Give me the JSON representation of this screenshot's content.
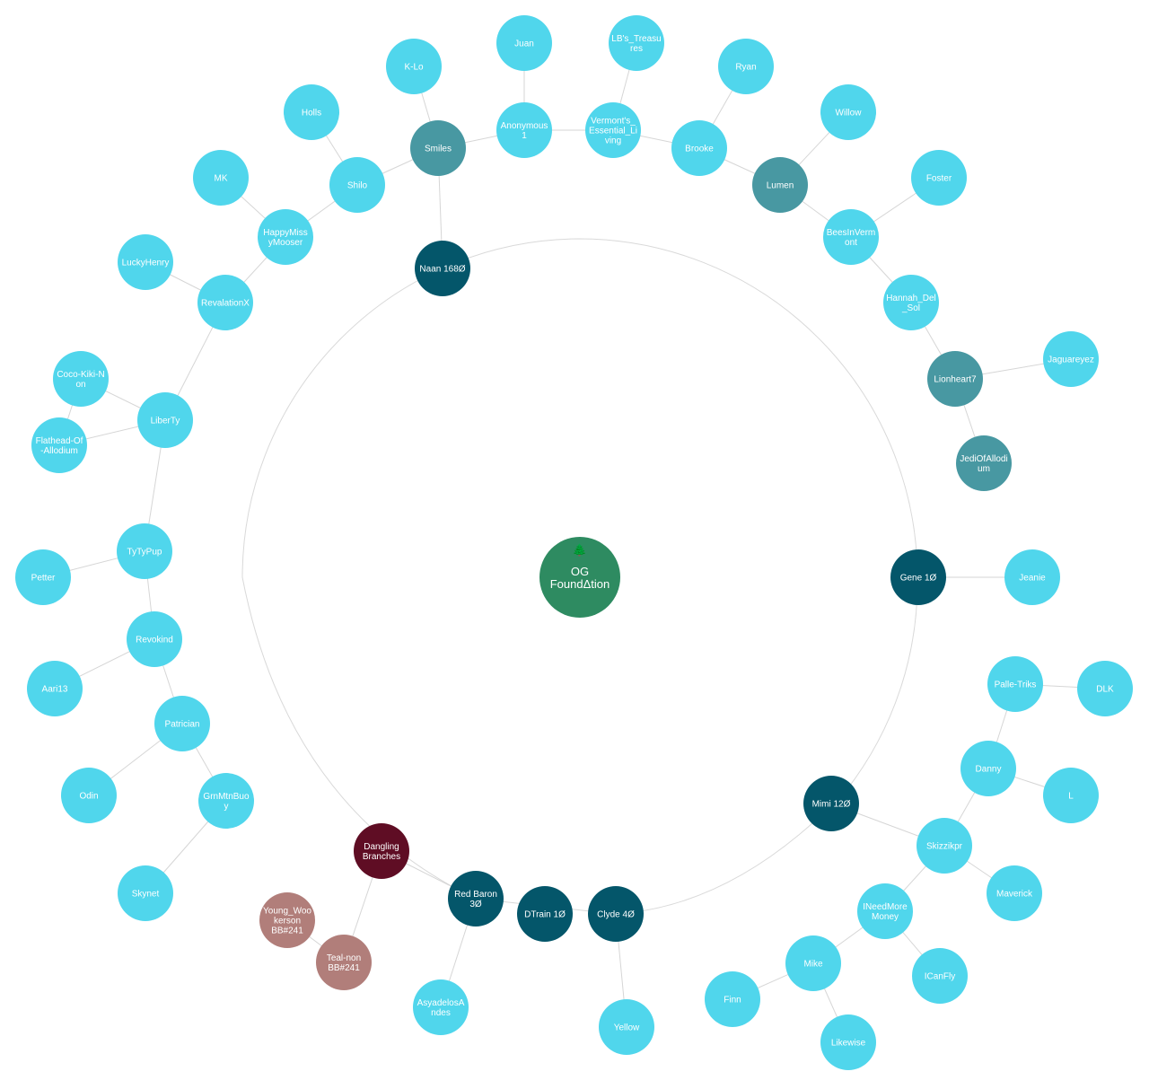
{
  "root": {
    "icon": "🌲",
    "lines": [
      "OG",
      "FoundΔtion"
    ],
    "color": "#2e8b61"
  },
  "colors": {
    "primary": "#04566a",
    "secondary": "#4898a2",
    "leaf": "#50d6ec",
    "dangling": "#5f0d24",
    "pending": "#b17e7a"
  },
  "nodes": [
    {
      "id": "naan",
      "lines": [
        "Naan 168Ø"
      ],
      "type": "primary"
    },
    {
      "id": "gene",
      "lines": [
        "Gene 1Ø"
      ],
      "type": "primary"
    },
    {
      "id": "mimi",
      "lines": [
        "Mimi 12Ø"
      ],
      "type": "primary"
    },
    {
      "id": "clyde",
      "lines": [
        "Clyde 4Ø"
      ],
      "type": "primary"
    },
    {
      "id": "dtrain",
      "lines": [
        "DTrain 1Ø"
      ],
      "type": "primary"
    },
    {
      "id": "redbaron",
      "lines": [
        "Red Baron",
        "3Ø"
      ],
      "type": "primary"
    },
    {
      "id": "dangling",
      "lines": [
        "Dangling",
        "Branches"
      ],
      "type": "dangling"
    },
    {
      "id": "young",
      "lines": [
        "Young_Woo",
        "kerson",
        "BB#241"
      ],
      "type": "pending"
    },
    {
      "id": "teal",
      "lines": [
        "Teal-non",
        "BB#241"
      ],
      "type": "pending"
    },
    {
      "id": "smiles",
      "lines": [
        "Smiles"
      ],
      "type": "secondary"
    },
    {
      "id": "lumen",
      "lines": [
        "Lumen"
      ],
      "type": "secondary"
    },
    {
      "id": "lionheart",
      "lines": [
        "Lionheart7"
      ],
      "type": "secondary"
    },
    {
      "id": "jedi",
      "lines": [
        "JediOfAllodi",
        "um"
      ],
      "type": "secondary"
    },
    {
      "id": "kl",
      "lines": [
        "K-Lo"
      ],
      "type": "leaf"
    },
    {
      "id": "juan",
      "lines": [
        "Juan"
      ],
      "type": "leaf"
    },
    {
      "id": "anon",
      "lines": [
        "Anonymous",
        "1"
      ],
      "type": "leaf"
    },
    {
      "id": "lbs",
      "lines": [
        "LB's_Treasu",
        "res"
      ],
      "type": "leaf"
    },
    {
      "id": "vermont",
      "lines": [
        "Vermont's_",
        "Essential_Li",
        "ving"
      ],
      "type": "leaf"
    },
    {
      "id": "ryan",
      "lines": [
        "Ryan"
      ],
      "type": "leaf"
    },
    {
      "id": "brooke",
      "lines": [
        "Brooke"
      ],
      "type": "leaf"
    },
    {
      "id": "willow",
      "lines": [
        "Willow"
      ],
      "type": "leaf"
    },
    {
      "id": "foster",
      "lines": [
        "Foster"
      ],
      "type": "leaf"
    },
    {
      "id": "bees",
      "lines": [
        "BeesInVerm",
        "ont"
      ],
      "type": "leaf"
    },
    {
      "id": "hannah",
      "lines": [
        "Hannah_Del",
        "_Sol"
      ],
      "type": "leaf"
    },
    {
      "id": "jaguar",
      "lines": [
        "Jaguareyez"
      ],
      "type": "leaf"
    },
    {
      "id": "holls",
      "lines": [
        "Holls"
      ],
      "type": "leaf"
    },
    {
      "id": "shilo",
      "lines": [
        "Shilo"
      ],
      "type": "leaf"
    },
    {
      "id": "mk",
      "lines": [
        "MK"
      ],
      "type": "leaf"
    },
    {
      "id": "happy",
      "lines": [
        "HappyMiss",
        "yMooser"
      ],
      "type": "leaf"
    },
    {
      "id": "lucky",
      "lines": [
        "LuckyHenry"
      ],
      "type": "leaf"
    },
    {
      "id": "revx",
      "lines": [
        "RevalationX"
      ],
      "type": "leaf"
    },
    {
      "id": "coco",
      "lines": [
        "Coco-Kiki-N",
        "on"
      ],
      "type": "leaf"
    },
    {
      "id": "liberty",
      "lines": [
        "LiberTy"
      ],
      "type": "leaf"
    },
    {
      "id": "flathead",
      "lines": [
        "Flathead-Of",
        "-Allodium"
      ],
      "type": "leaf"
    },
    {
      "id": "tyty",
      "lines": [
        "TyTyPup"
      ],
      "type": "leaf"
    },
    {
      "id": "petter",
      "lines": [
        "Petter"
      ],
      "type": "leaf"
    },
    {
      "id": "revokind",
      "lines": [
        "Revokind"
      ],
      "type": "leaf"
    },
    {
      "id": "aari",
      "lines": [
        "Aari13"
      ],
      "type": "leaf"
    },
    {
      "id": "patrician",
      "lines": [
        "Patrician"
      ],
      "type": "leaf"
    },
    {
      "id": "odin",
      "lines": [
        "Odin"
      ],
      "type": "leaf"
    },
    {
      "id": "grnmtn",
      "lines": [
        "GrnMtnBuo",
        "y"
      ],
      "type": "leaf"
    },
    {
      "id": "skynet",
      "lines": [
        "Skynet"
      ],
      "type": "leaf"
    },
    {
      "id": "jeanie",
      "lines": [
        "Jeanie"
      ],
      "type": "leaf"
    },
    {
      "id": "palle",
      "lines": [
        "Palle-Triks"
      ],
      "type": "leaf"
    },
    {
      "id": "dlk",
      "lines": [
        "DLK"
      ],
      "type": "leaf"
    },
    {
      "id": "danny",
      "lines": [
        "Danny"
      ],
      "type": "leaf"
    },
    {
      "id": "l",
      "lines": [
        "L"
      ],
      "type": "leaf"
    },
    {
      "id": "skizz",
      "lines": [
        "Skizzikpr"
      ],
      "type": "leaf"
    },
    {
      "id": "maverick",
      "lines": [
        "Maverick"
      ],
      "type": "leaf"
    },
    {
      "id": "ineed",
      "lines": [
        "INeedMore",
        "Money"
      ],
      "type": "leaf"
    },
    {
      "id": "icanfly",
      "lines": [
        "ICanFly"
      ],
      "type": "leaf"
    },
    {
      "id": "mike",
      "lines": [
        "Mike"
      ],
      "type": "leaf"
    },
    {
      "id": "finn",
      "lines": [
        "Finn"
      ],
      "type": "leaf"
    },
    {
      "id": "likewise",
      "lines": [
        "Likewise"
      ],
      "type": "leaf"
    },
    {
      "id": "yellow",
      "lines": [
        "Yellow"
      ],
      "type": "leaf"
    },
    {
      "id": "asya",
      "lines": [
        "AsyadelosA",
        "ndes"
      ],
      "type": "leaf"
    }
  ],
  "edges": [
    [
      "naan",
      "smiles"
    ],
    [
      "smiles",
      "kl"
    ],
    [
      "smiles",
      "anon"
    ],
    [
      "anon",
      "juan"
    ],
    [
      "anon",
      "vermont"
    ],
    [
      "vermont",
      "lbs"
    ],
    [
      "vermont",
      "brooke"
    ],
    [
      "brooke",
      "ryan"
    ],
    [
      "brooke",
      "lumen"
    ],
    [
      "lumen",
      "willow"
    ],
    [
      "lumen",
      "bees"
    ],
    [
      "bees",
      "foster"
    ],
    [
      "bees",
      "hannah"
    ],
    [
      "hannah",
      "lionheart"
    ],
    [
      "lionheart",
      "jaguar"
    ],
    [
      "lionheart",
      "jedi"
    ],
    [
      "smiles",
      "shilo"
    ],
    [
      "shilo",
      "holls"
    ],
    [
      "shilo",
      "happy"
    ],
    [
      "happy",
      "mk"
    ],
    [
      "happy",
      "revx"
    ],
    [
      "revx",
      "lucky"
    ],
    [
      "revx",
      "liberty"
    ],
    [
      "liberty",
      "coco"
    ],
    [
      "liberty",
      "flathead"
    ],
    [
      "liberty",
      "tyty"
    ],
    [
      "tyty",
      "petter"
    ],
    [
      "tyty",
      "revokind"
    ],
    [
      "revokind",
      "aari"
    ],
    [
      "revokind",
      "patrician"
    ],
    [
      "patrician",
      "odin"
    ],
    [
      "patrician",
      "grnmtn"
    ],
    [
      "grnmtn",
      "skynet"
    ],
    [
      "gene",
      "jeanie"
    ],
    [
      "mimi",
      "skizz"
    ],
    [
      "skizz",
      "danny"
    ],
    [
      "danny",
      "palle"
    ],
    [
      "palle",
      "dlk"
    ],
    [
      "danny",
      "l"
    ],
    [
      "skizz",
      "maverick"
    ],
    [
      "skizz",
      "ineed"
    ],
    [
      "ineed",
      "icanfly"
    ],
    [
      "ineed",
      "mike"
    ],
    [
      "mike",
      "finn"
    ],
    [
      "mike",
      "likewise"
    ],
    [
      "clyde",
      "yellow"
    ],
    [
      "redbaron",
      "asya"
    ],
    [
      "redbaron",
      "dangling"
    ],
    [
      "dangling",
      "teal"
    ],
    [
      "teal",
      "young"
    ],
    [
      "coco",
      "flathead"
    ]
  ]
}
